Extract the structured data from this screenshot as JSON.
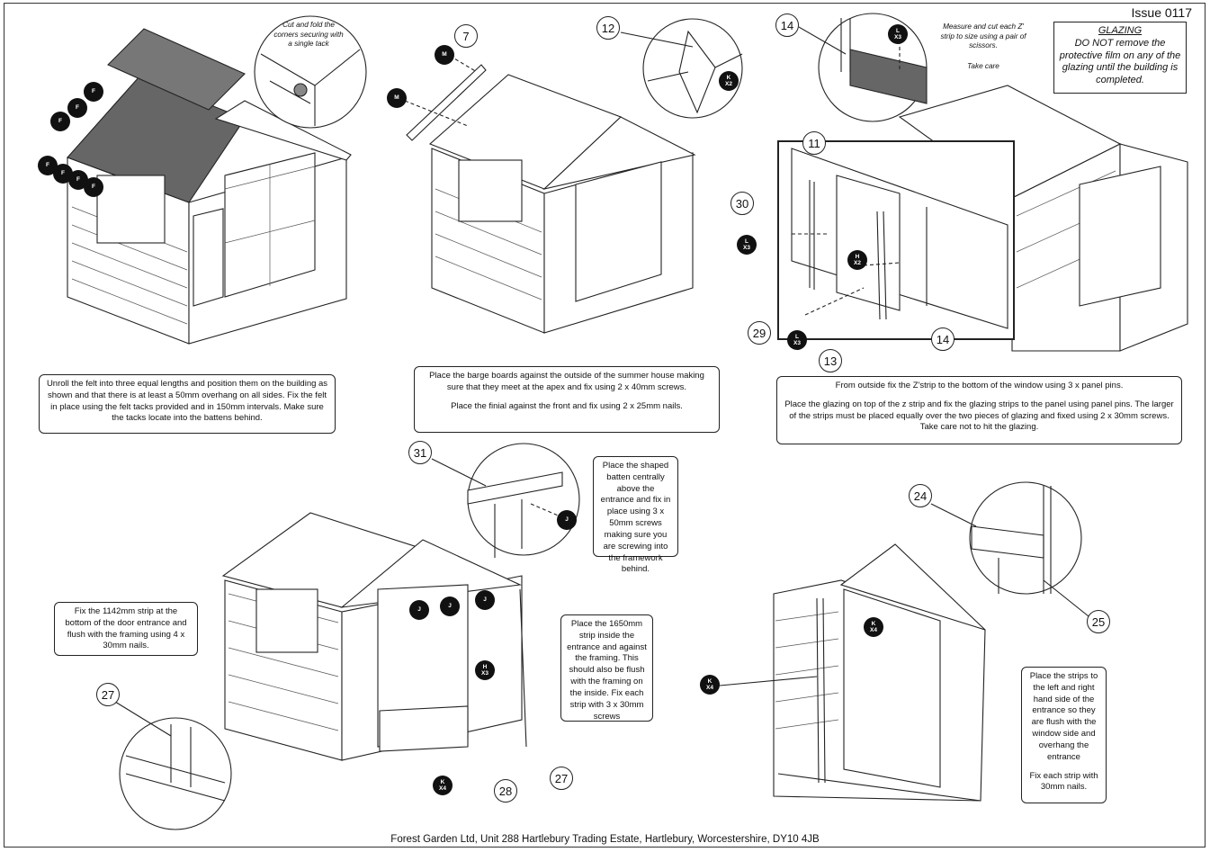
{
  "issue": "Issue 0117",
  "glazing": {
    "title": "GLAZING",
    "text": "DO NOT remove the protective film on any of the glazing until the building is completed."
  },
  "callouts": {
    "cut_fold": "Cut and fold the corners securing with a single tack",
    "measure": "Measure and cut each Z' strip to size using a pair of scissors.",
    "take_care": "Take care"
  },
  "instructions": {
    "felt": "Unroll the felt into three equal lengths and position them on the building as shown and that there is at least a 50mm overhang on all sides. Fix the felt in place using the felt tacks provided and in 150mm intervals.  Make sure the tacks locate into the battens behind.",
    "barge_1": "Place the barge boards against the outside of the summer house making sure that they meet at the apex and fix using 2 x 40mm screws.",
    "barge_2": "Place the finial against the front and fix using 2 x 25mm nails.",
    "glazing_1": "From outside fix the Z'strip to the bottom of the window using 3 x panel pins.",
    "glazing_2": "Place the glazing on top of the z strip and fix the glazing strips to the panel using panel pins. The larger of the strips must be placed equally over the two pieces of glazing and fixed using 2 x 30mm screws. Take care not to hit the glazing.",
    "batten": "Place the shaped batten centrally above the entrance and fix in place using 3 x 50mm screws making sure you are screwing into the framework behind.",
    "strip_1142": "Fix the 1142mm strip at the bottom of the door entrance and flush with the framing using 4 x 30mm nails.",
    "strip_1650": "Place the 1650mm strip inside the entrance and against the framing. This should also be flush with the framing on the inside. Fix each strip with 3 x 30mm screws",
    "side_strips_1": "Place the strips to the left and right hand side of the entrance so they are flush with the window side and overhang the entrance",
    "side_strips_2": "Fix each strip with 30mm nails."
  },
  "part_numbers": [
    "7",
    "12",
    "14",
    "11",
    "30",
    "29",
    "13",
    "14",
    "31",
    "27",
    "27",
    "28",
    "24",
    "25"
  ],
  "fixing_tags": {
    "F": "F",
    "M": "M",
    "J": "J",
    "K": "K",
    "L": "L",
    "H": "H",
    "x2": "X2",
    "x3": "X3",
    "x4": "X4"
  },
  "footer": "Forest Garden Ltd, Unit 288 Hartlebury Trading Estate, Hartlebury, Worcestershire, DY10 4JB"
}
